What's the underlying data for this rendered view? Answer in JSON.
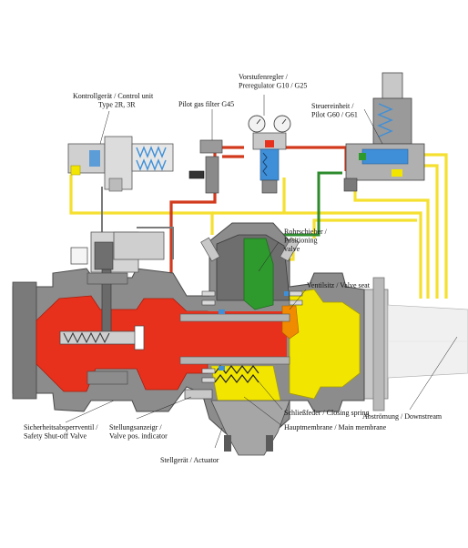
{
  "labels": {
    "control_unit": [
      "Kontrollgerät / Control unit",
      "Type 2R, 3R"
    ],
    "pilot_filter": [
      "Pilot gas filter G45"
    ],
    "preregulator": [
      "Vorstufenregler /",
      "Preregulator G10 / G25"
    ],
    "pilot": [
      "Steuereinheit /",
      "Pilot G60 / G61"
    ],
    "positioning_valve": [
      "Rohrschieber /",
      "Positioning",
      "valve"
    ],
    "valve_seat": [
      "Ventilsitz / Valve seat"
    ],
    "downstream": [
      "Abströmung / Downstream"
    ],
    "closing_spring": [
      "Schließfeder / Closing spring"
    ],
    "main_membrane": [
      "Hauptmembrane / Main membrane"
    ],
    "actuator": [
      "Stellgerät / Actuator"
    ],
    "valve_pos": [
      "Stellungsanzeigr /",
      "Valve pos. indicator"
    ],
    "ssv": [
      "Sicherheitsabsperrventil /",
      "Safety Shut-off  Valve"
    ]
  },
  "colors": {
    "body_gray": "#8c8c8c",
    "body_dark": "#5a5a5a",
    "light_gray": "#c8c8c8",
    "inlet_red": "#e8311c",
    "outlet_yellow": "#f2e600",
    "green": "#2e9a2e",
    "orange": "#f08a00",
    "blue": "#3e8fd8",
    "line_yellow": "#f5e030",
    "line_red": "#d23a1e",
    "line_green": "#2e8b2e"
  }
}
